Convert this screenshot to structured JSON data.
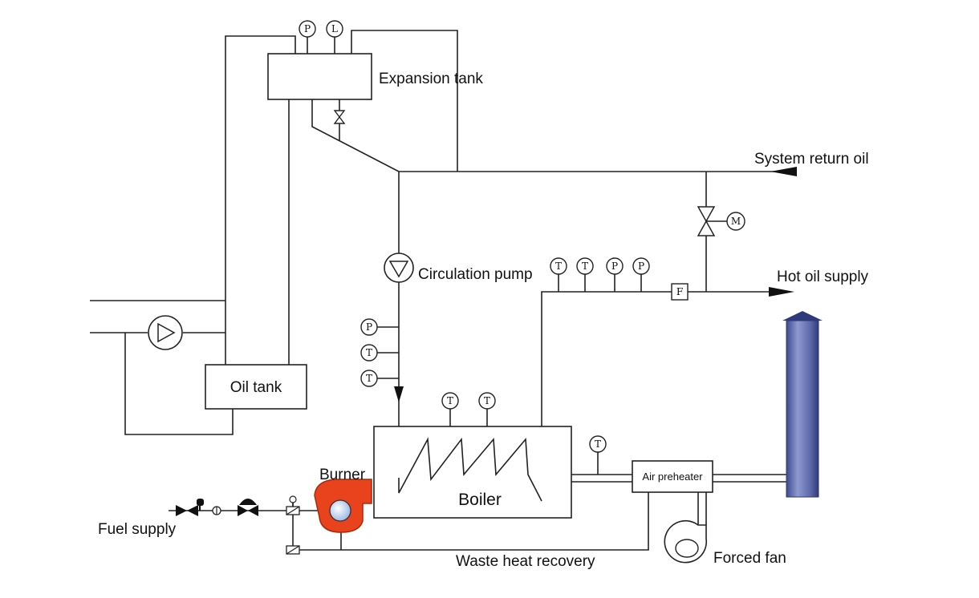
{
  "labels": {
    "expansion_tank": "Expansion tank",
    "system_return_oil": "System return oil",
    "circulation_pump": "Circulation pump",
    "hot_oil_supply": "Hot oil supply",
    "oil_tank": "Oil tank",
    "burner": "Burner",
    "boiler": "Boiler",
    "air_preheater": "Air preheater",
    "fuel_supply": "Fuel supply",
    "waste_heat_recovery": "Waste heat recovery",
    "forced_fan": "Forced fan"
  },
  "instruments": {
    "expansion_pressure": "P",
    "expansion_level": "L",
    "motor_valve": "M",
    "flow_meter": "F",
    "supply_gauges": [
      "T",
      "T",
      "P",
      "P"
    ],
    "pump_line_gauges": [
      "P",
      "T",
      "T"
    ],
    "boiler_gauges": [
      "T",
      "T"
    ],
    "flue_gauge": "T"
  },
  "colors": {
    "line": "#222222",
    "burner": "#e8431c",
    "burner_core": "#b9d4f5",
    "chimney": "#6f7dba",
    "chimney_dark": "#2e3a7a"
  }
}
